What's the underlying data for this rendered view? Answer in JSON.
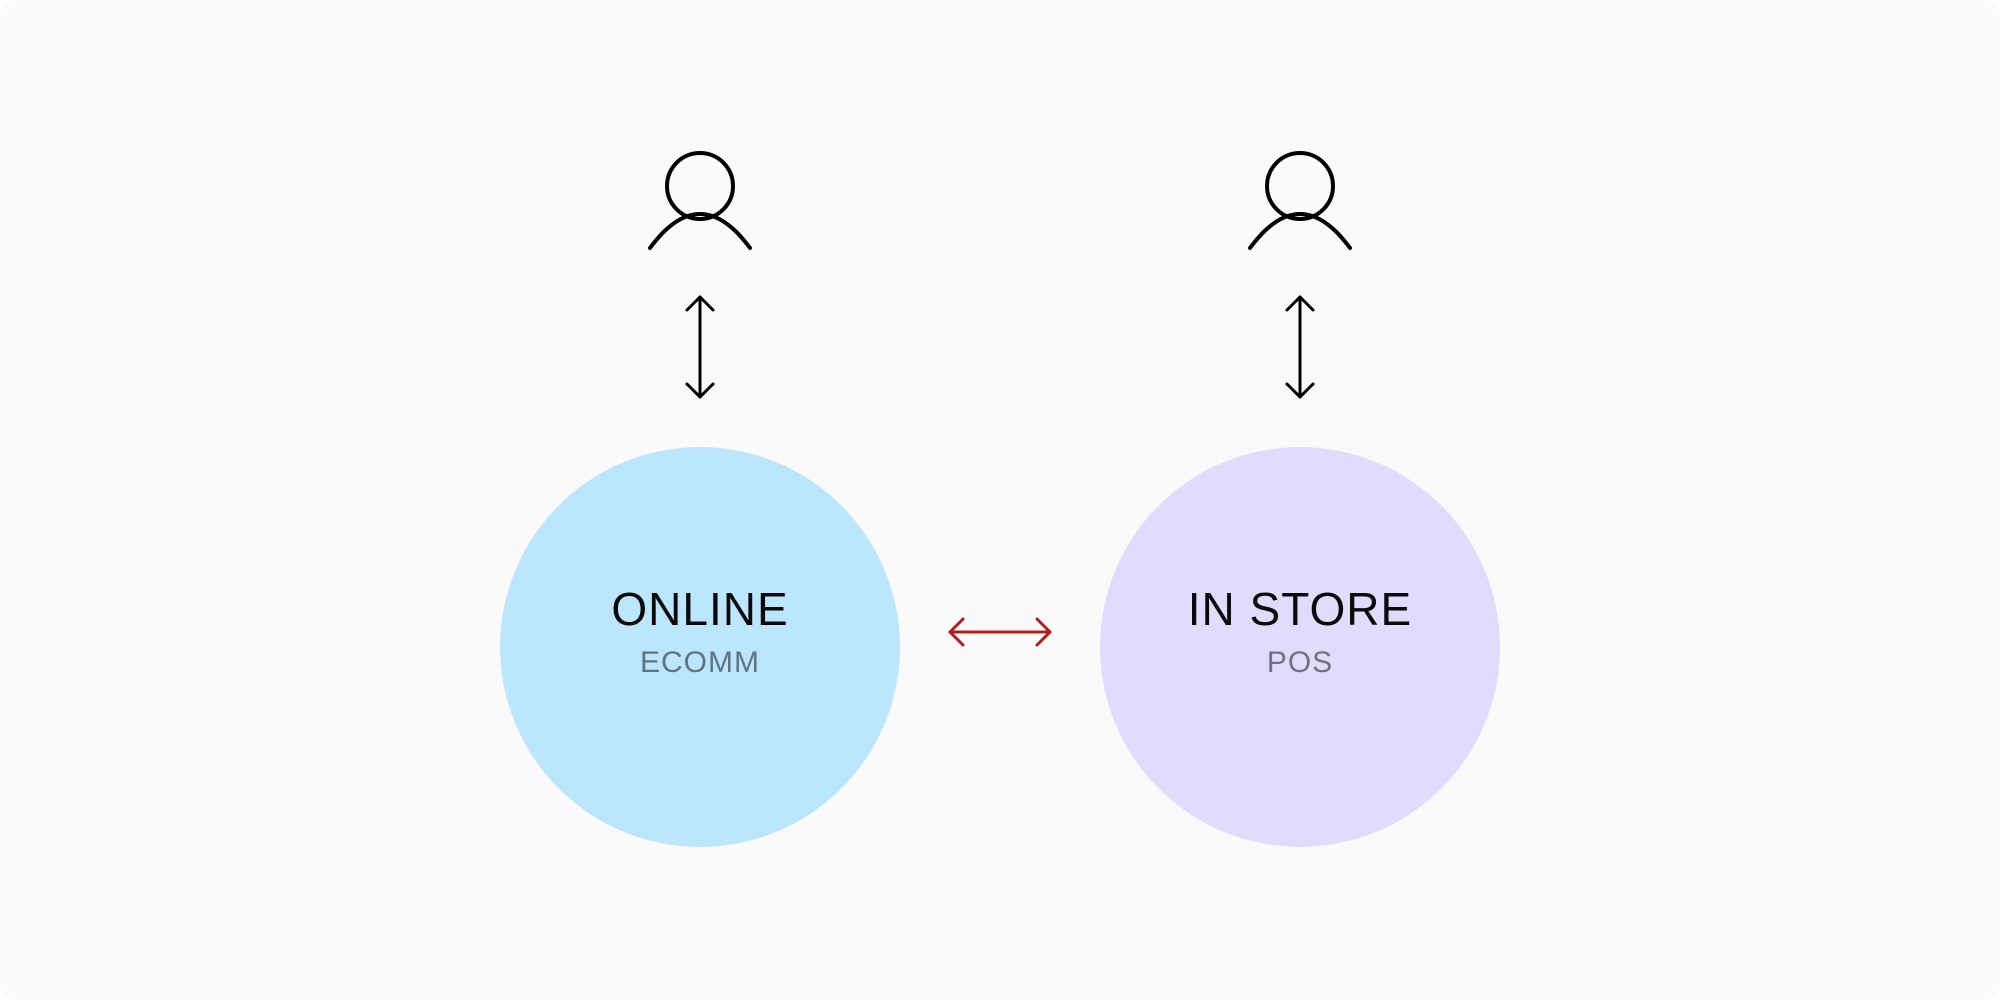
{
  "diagram": {
    "nodes": [
      {
        "id": "online",
        "title": "ONLINE",
        "subtitle": "ECOMM",
        "fill": "#bbe6fd",
        "subtitle_color": "#5f7582"
      },
      {
        "id": "instore",
        "title": "IN STORE",
        "subtitle": "POS",
        "fill": "#e0dcfd",
        "subtitle_color": "#75727f"
      }
    ],
    "actors": [
      {
        "id": "online-customer",
        "icon": "user-icon"
      },
      {
        "id": "instore-customer",
        "icon": "user-icon"
      }
    ],
    "connectors": [
      {
        "from": "online-customer",
        "to": "online",
        "type": "bidirectional",
        "color": "#000000"
      },
      {
        "from": "instore-customer",
        "to": "instore",
        "type": "bidirectional",
        "color": "#000000"
      },
      {
        "from": "online",
        "to": "instore",
        "type": "bidirectional",
        "color": "#b71c1c"
      }
    ],
    "background": "#fafafa"
  }
}
